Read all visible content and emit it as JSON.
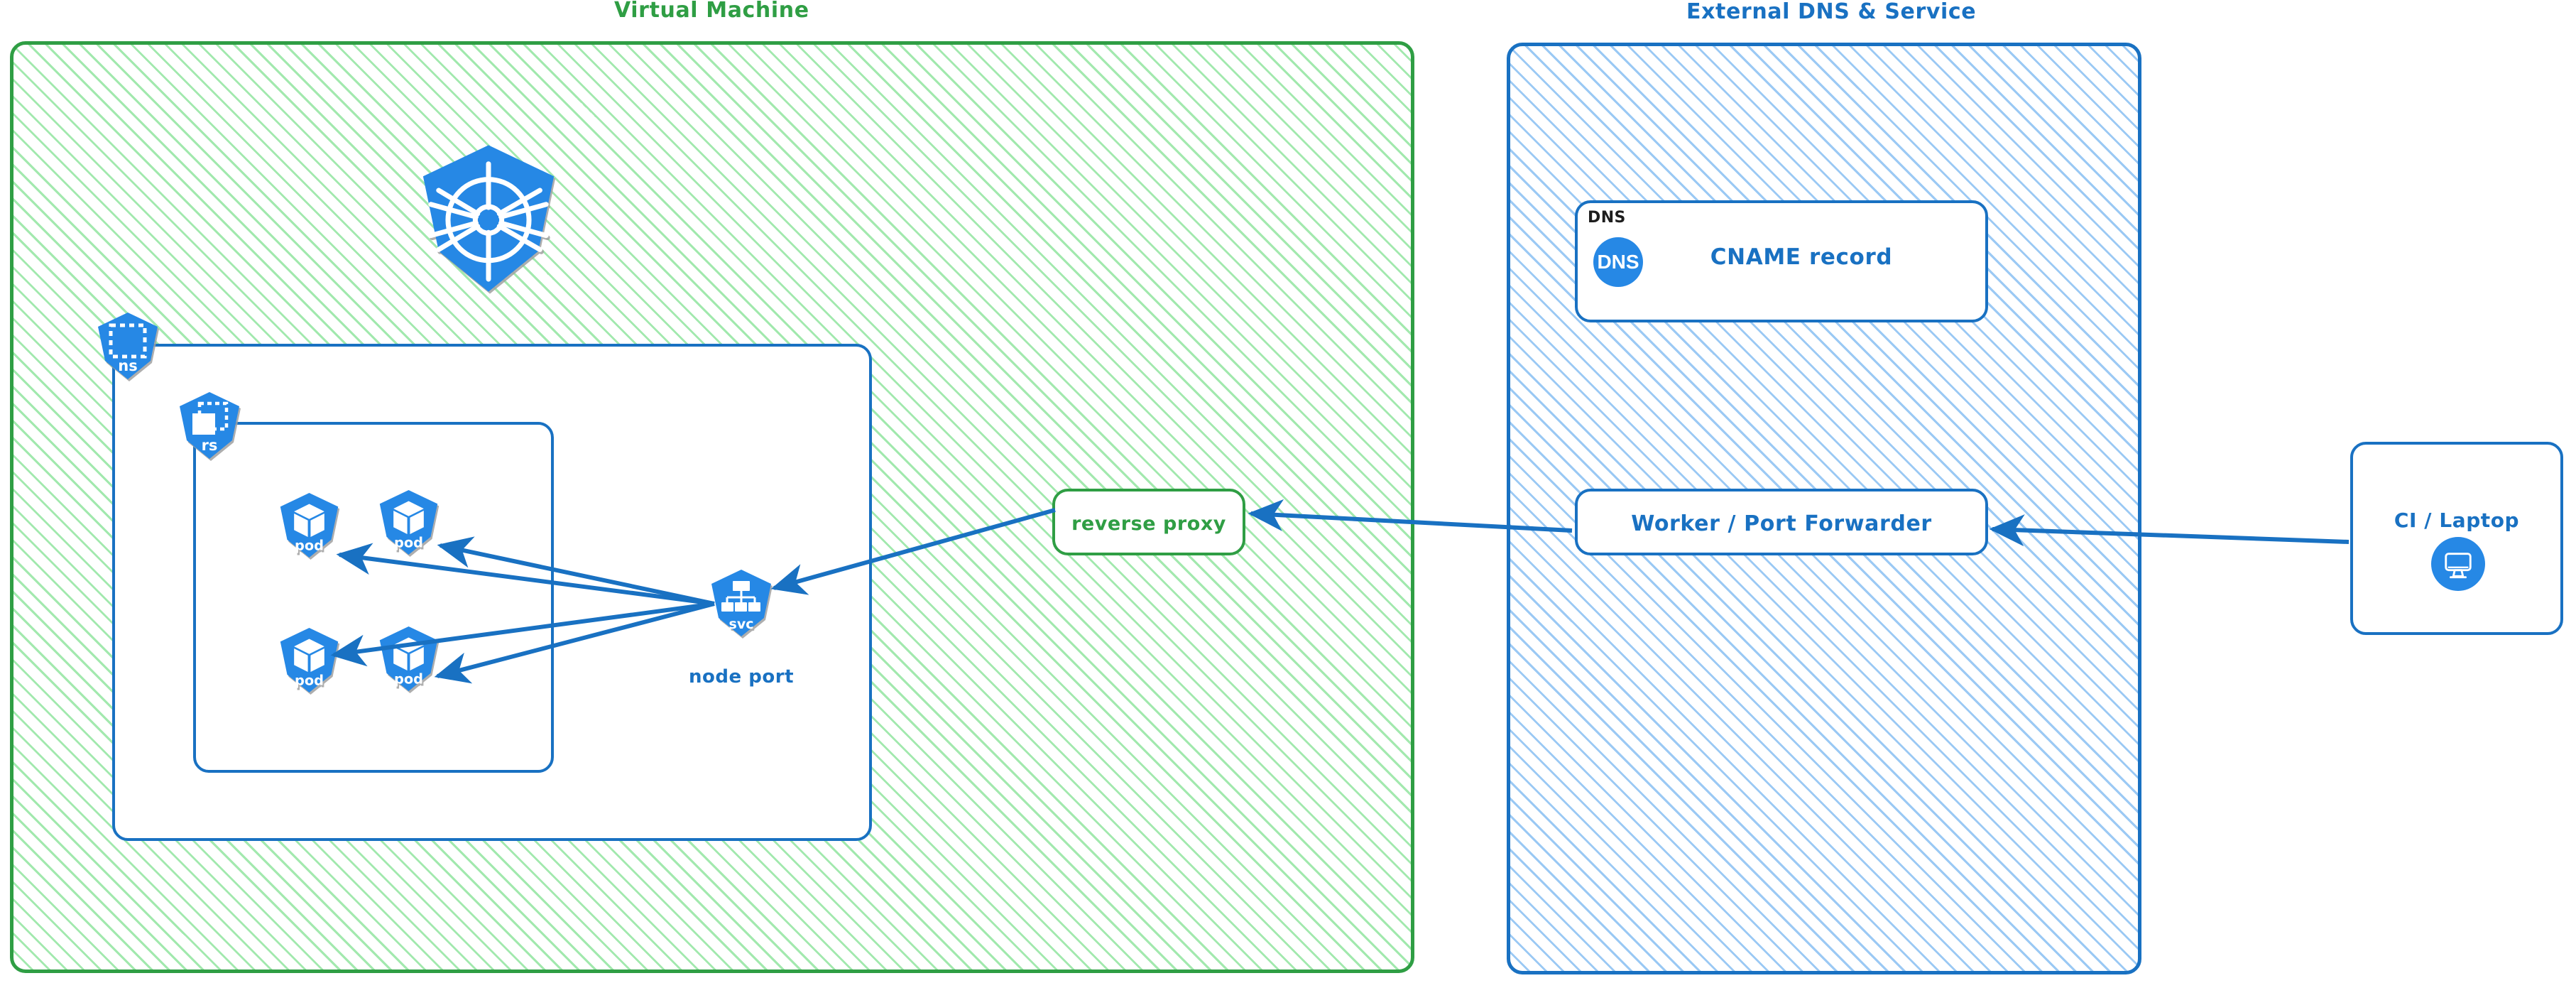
{
  "diagram": {
    "title_vm": "Virtual Machine",
    "title_dns": "External DNS & Service"
  },
  "vm": {
    "label": "Virtual Machine",
    "color": "#2f9e44",
    "kubernetes_logo": "kubernetes-logo-icon",
    "namespace": {
      "icon_caption": "ns",
      "icon_name": "kubernetes-namespace-icon"
    },
    "replicaset": {
      "icon_caption": "rs",
      "icon_name": "kubernetes-replicaset-icon"
    },
    "pods": [
      {
        "caption": "pod"
      },
      {
        "caption": "pod"
      },
      {
        "caption": "pod"
      },
      {
        "caption": "pod"
      }
    ],
    "service": {
      "icon_caption": "svc",
      "label": "node port"
    },
    "reverse_proxy": {
      "label": "reverse proxy"
    }
  },
  "external": {
    "label": "External DNS & Service",
    "color": "#1971c2",
    "dns_card": {
      "corner_tag": "DNS",
      "badge_text": "DNS",
      "label": "CNAME record"
    },
    "worker_card": {
      "label": "Worker / Port Forwarder"
    }
  },
  "client": {
    "label": "CI / Laptop",
    "icon_name": "desktop-monitor-icon"
  },
  "colors": {
    "green_stroke": "#2f9e44",
    "green_hatch": "#69db7c",
    "blue_stroke": "#1971c2",
    "blue_hatch": "#74b4f0",
    "k8s_blue": "#2688e5",
    "arrow": "#1971c2"
  }
}
